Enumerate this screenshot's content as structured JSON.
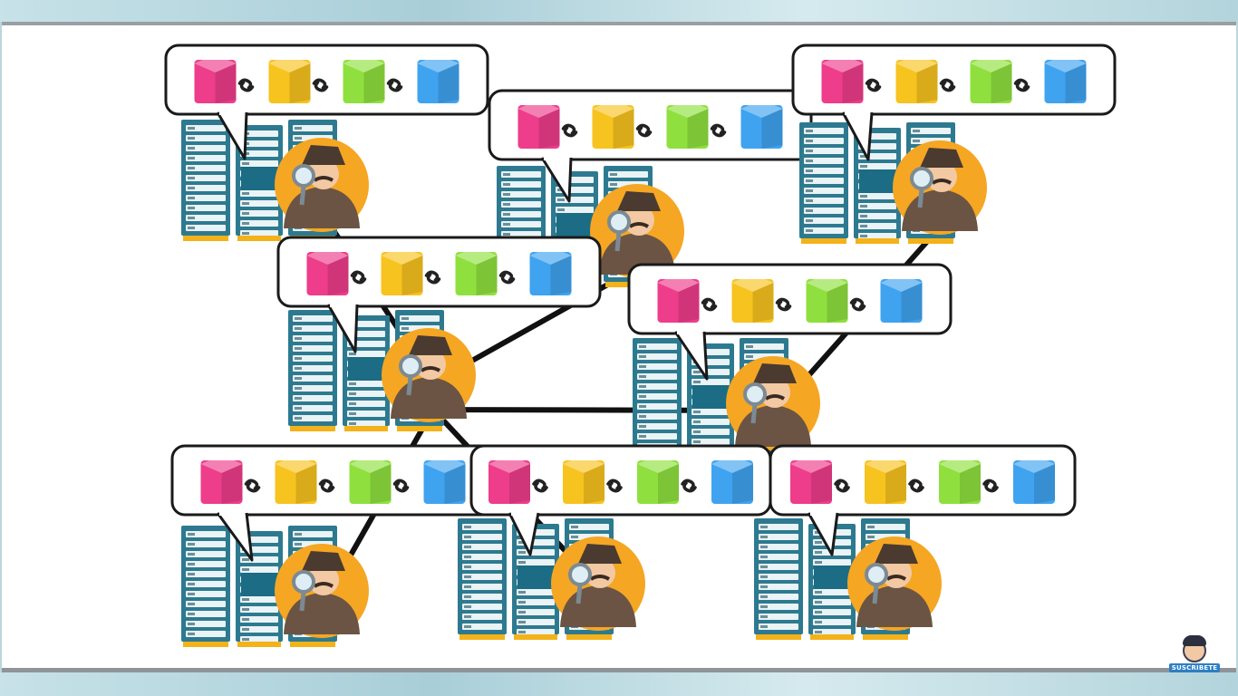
{
  "diagram": {
    "block_colors": [
      "#ee3d8a",
      "#f7c31f",
      "#8fe03e",
      "#3fa3f0"
    ],
    "link_symbol": "chain-link",
    "node_figure": "detective-with-magnifying-glass",
    "node_hardware": "server-rack",
    "node_count": 8,
    "chain_length": 4,
    "edges": [
      [
        0,
        3
      ],
      [
        1,
        3
      ],
      [
        2,
        4
      ],
      [
        3,
        4
      ],
      [
        3,
        5
      ],
      [
        3,
        6
      ]
    ]
  },
  "subscribe_badge": {
    "label": "SUSCRIBETE"
  }
}
